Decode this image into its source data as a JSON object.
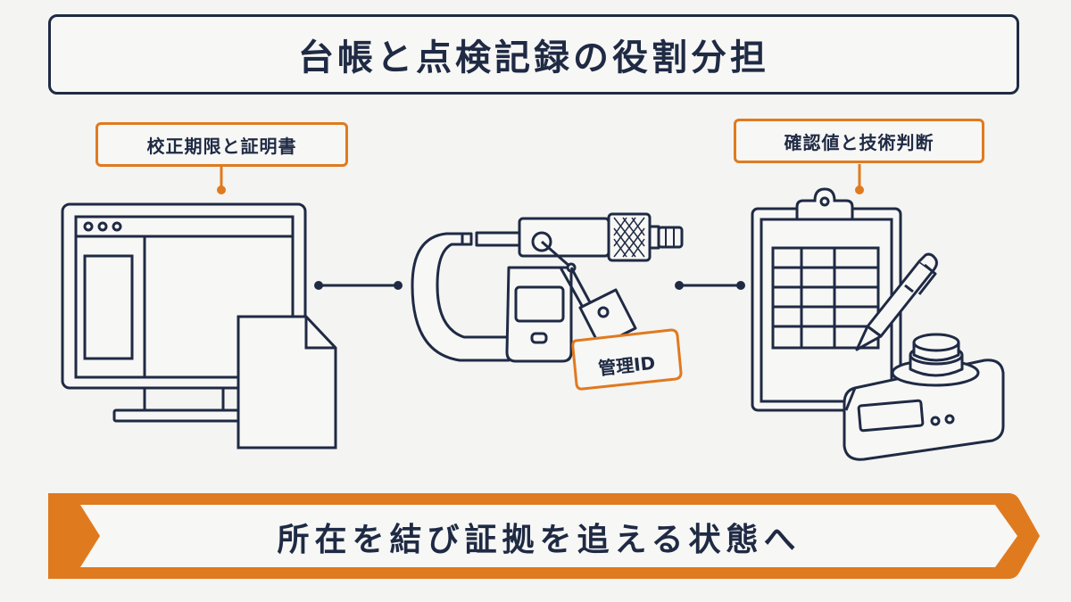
{
  "title": "台帳と点検記録の役割分担",
  "left_label": "校正期限と証明書",
  "right_label": "確認値と技術判断",
  "tag_label": "管理ID",
  "bottom_banner": "所在を結び証拠を追える状態へ",
  "colors": {
    "navy": "#1f2a44",
    "orange": "#e07a1f",
    "background": "#f4f4f2"
  },
  "icons": [
    "computer-monitor-icon",
    "document-icon",
    "micrometer-icon",
    "clipboard-icon",
    "pen-icon",
    "precision-scale-icon"
  ]
}
